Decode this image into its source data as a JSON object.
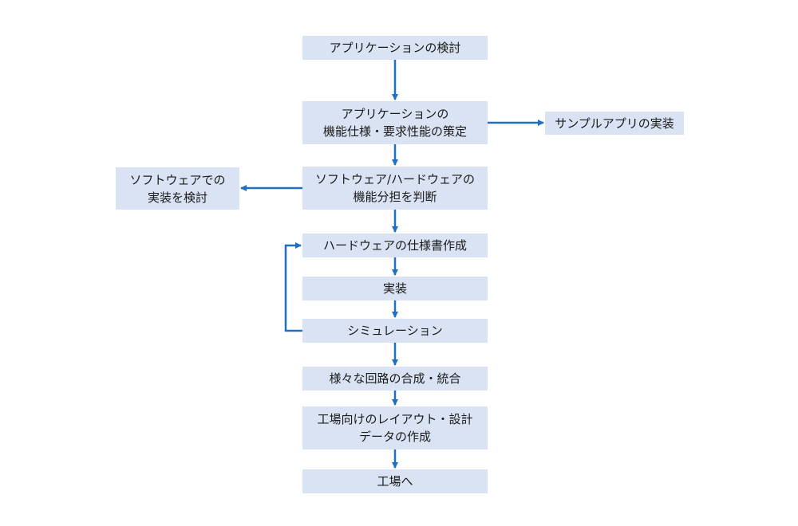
{
  "flow": {
    "step1": "アプリケーションの検討",
    "step2_line1": "アプリケーションの",
    "step2_line2": "機能仕様・要求性能の策定",
    "step3_line1": "ソフトウェア/ハードウェアの",
    "step3_line2": "機能分担を判断",
    "step4": "ハードウェアの仕様書作成",
    "step5": "実装",
    "step6": "シミュレーション",
    "step7": "様々な回路の合成・統合",
    "step8_line1": "工場向けのレイアウト・設計",
    "step8_line2": "データの作成",
    "step9": "工場へ"
  },
  "side": {
    "sample_app": "サンプルアプリの実装",
    "software_line1": "ソフトウェアでの",
    "software_line2": "実装を検討"
  },
  "colors": {
    "box_fill": "#dae3f3",
    "arrow": "#1f6fc2"
  }
}
